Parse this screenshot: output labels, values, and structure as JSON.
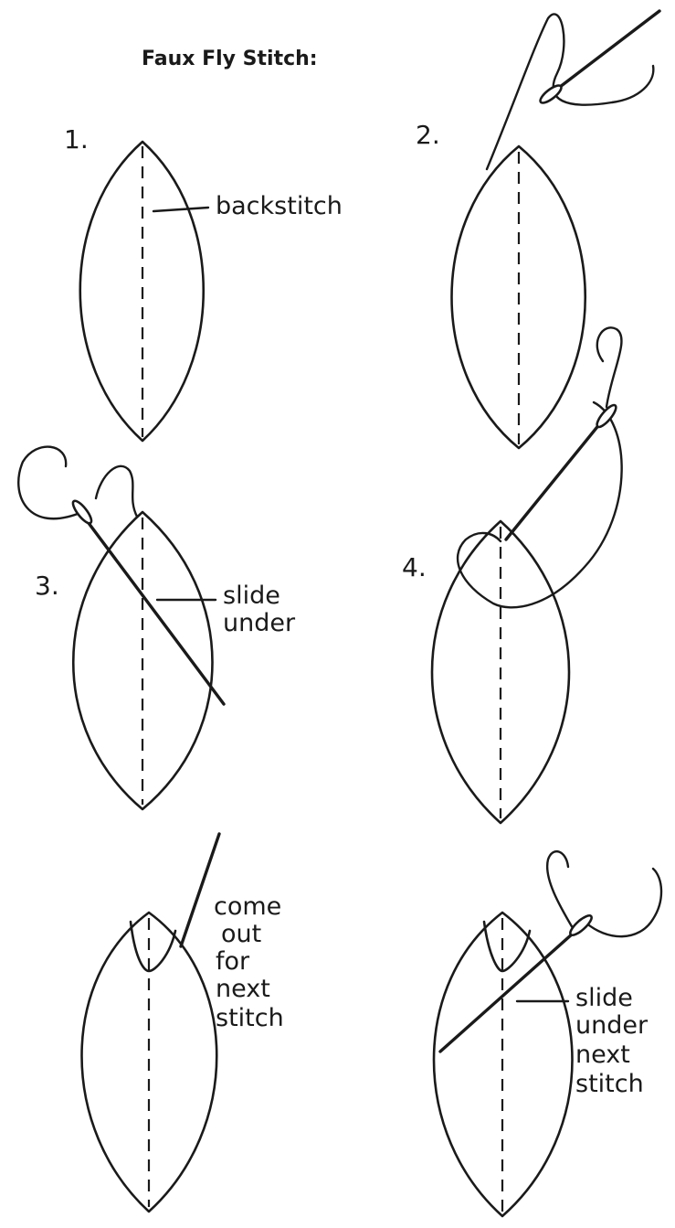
{
  "title": "Faux Fly Stitch:",
  "steps": [
    {
      "number": "1.",
      "label": [
        "backstitch"
      ]
    },
    {
      "number": "2."
    },
    {
      "number": "3.",
      "label": [
        "slide",
        "under"
      ]
    },
    {
      "number": "4."
    },
    {
      "label": [
        "come",
        "out",
        "for",
        "next",
        "stitch"
      ]
    },
    {
      "label": [
        "slide",
        "under",
        "next",
        "stitch"
      ]
    }
  ]
}
